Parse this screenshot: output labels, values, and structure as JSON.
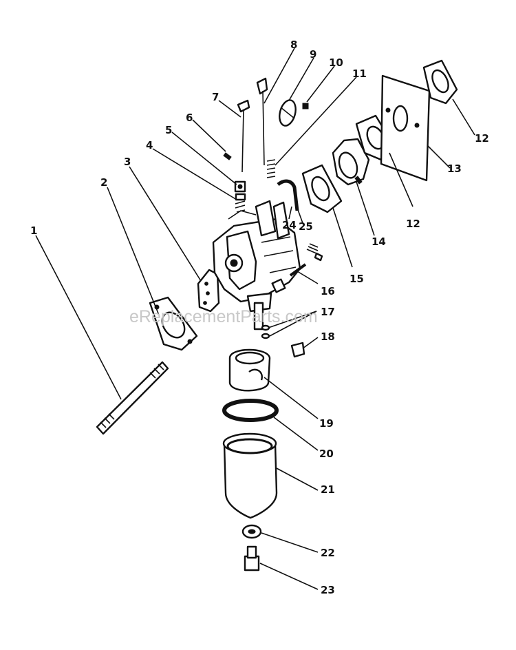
{
  "watermark": "eReplacementParts.com",
  "callouts": [
    "1",
    "2",
    "3",
    "4",
    "5",
    "6",
    "7",
    "8",
    "9",
    "10",
    "11",
    "12",
    "12",
    "13",
    "14",
    "15",
    "16",
    "17",
    "18",
    "19",
    "20",
    "21",
    "22",
    "23",
    "24",
    "25"
  ]
}
